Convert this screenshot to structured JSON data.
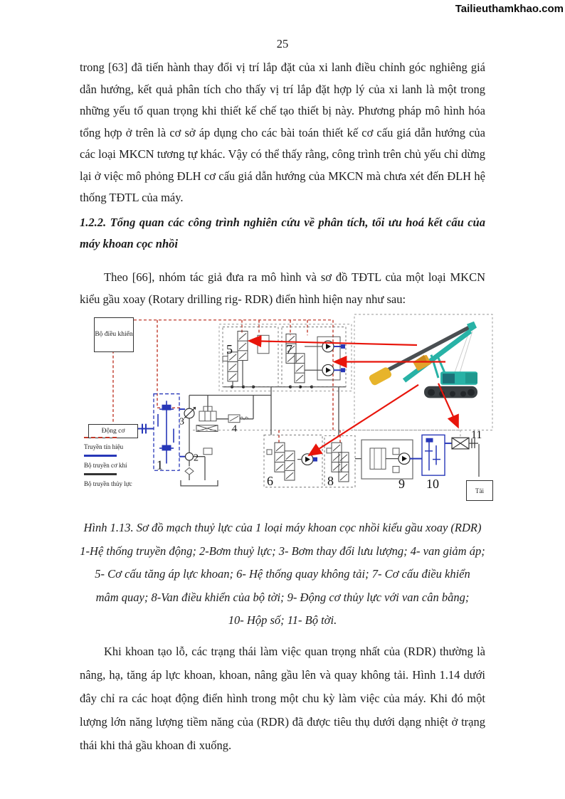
{
  "watermark": "Tailieuthamkhao.com",
  "page_number": "25",
  "body": {
    "paragraph1": "trong [63] đã tiến hành thay đổi vị trí lắp đặt của xi lanh điều chỉnh góc nghiêng giá dẫn hướng, kết quả phân tích cho thấy vị trí lắp đặt hợp lý của xi lanh là một trong những yếu tố quan trọng khi thiết kế chế tạo thiết bị này. Phương pháp mô hình hóa tổng hợp ở trên là cơ sở áp dụng cho các bài toán thiết kế cơ cấu giá dẫn hướng của các loại MKCN tương tự khác. Vậy có thể thấy rằng, công trình trên chủ yếu chỉ dừng lại ở việc mô phỏng ĐLH cơ cấu giá dẫn hướng của MKCN mà chưa xét đến ĐLH hệ thống TĐTL của máy.",
    "heading_1_2_2": "1.2.2. Tổng quan các công trình nghiên cứu về phân tích, tối ưu hoá kết cấu của máy khoan cọc nhồi",
    "paragraph2": "Theo [66], nhóm tác giả đưa ra mô hình và sơ đồ TĐTL của một loại MKCN kiểu gầu xoay (Rotary drilling rig- RDR) điển hình hiện nay như sau:",
    "paragraph3": "Khi khoan tạo lỗ, các trạng thái làm việc quan trọng nhất của (RDR) thường là nâng, hạ, tăng áp lực khoan, khoan, nâng gầu lên và quay không tải. Hình 1.14 dưới đây chỉ ra các hoạt động điển hình trong một chu kỳ làm việc của máy. Khi đó một lượng lớn năng lượng tiềm năng của (RDR) đã được tiêu thụ dưới dạng nhiệt ở trạng thái khi thả gầu khoan đi xuống."
  },
  "figure": {
    "controller_label": "Bộ điều khiển",
    "engine_label": "Động cơ",
    "load_label": "Tải",
    "legend": [
      {
        "label": "Truyền tín hiệu",
        "style": "red-dashed"
      },
      {
        "label": "Bộ truyền cơ khí",
        "style": "blue-solid"
      },
      {
        "label": "Bộ truyền thủy lực",
        "style": "dark-solid"
      }
    ],
    "numbers": [
      "1",
      "2",
      "3",
      "4",
      "5",
      "6",
      "7",
      "8",
      "9",
      "10",
      "11"
    ],
    "colors": {
      "signal_line": "#c03a2b",
      "mechanical_line": "#2737b8",
      "hydraulic_line": "#4d4d4d",
      "pointer_arrow": "#e8150b",
      "rig_body": "#28b2a6",
      "rig_accent": "#e7b42b"
    }
  },
  "caption": {
    "lines": [
      "Hình 1.13. Sơ đồ mạch thuỷ lực của 1 loại máy khoan cọc nhồi kiểu gầu xoay (RDR)",
      "1-Hệ thống truyền động; 2-Bơm thuỷ lực; 3- Bơm thay đổi lưu lượng; 4- van giảm áp;",
      "5- Cơ cấu tăng áp lực khoan; 6- Hệ thống quay không tải; 7- Cơ cấu điều khiển",
      "mâm quay; 8-Van điều khiển của bộ tời; 9- Động cơ thủy lực với van cân bằng;",
      "10- Hộp số; 11- Bộ tời."
    ]
  }
}
